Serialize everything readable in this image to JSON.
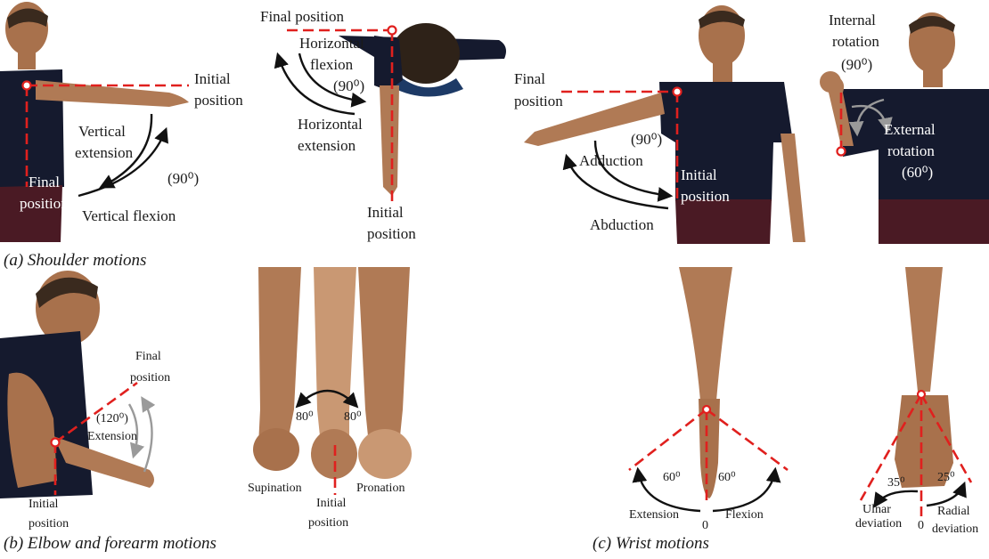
{
  "shoulder": {
    "caption": "(a) Shoulder motions",
    "vertical": {
      "initial_1": "Initial",
      "initial_2": "position",
      "ext_1": "Vertical",
      "ext_2": "extension",
      "final_1": "Final",
      "final_2": "position",
      "angle": "(90⁰)",
      "flex": "Vertical flexion"
    },
    "horizontal": {
      "final": "Final position",
      "flex_1": "Horizontal",
      "flex_2": "flexion",
      "angle": "(90⁰)",
      "ext_1": "Horizontal",
      "ext_2": "extension",
      "initial_1": "Initial",
      "initial_2": "position"
    },
    "abduction": {
      "final_1": "Final",
      "final_2": "position",
      "angle": "(90⁰)",
      "adduction": "Adduction",
      "initial_1": "Initial",
      "initial_2": "position",
      "abduction": "Abduction"
    },
    "rotation": {
      "internal_1": "Internal",
      "internal_2": "rotation",
      "internal_angle": "(90⁰)",
      "external_1": "External",
      "external_2": "rotation",
      "external_angle": "(60⁰)"
    }
  },
  "elbow": {
    "caption": "(b) Elbow and forearm motions",
    "final_1": "Final",
    "final_2": "position",
    "angle": "(120⁰)",
    "extension": "Extension",
    "initial_1": "Initial",
    "initial_2": "position",
    "sup_angle": "80⁰",
    "pro_angle": "80⁰",
    "supination": "Supination",
    "pronation": "Pronation",
    "fa_initial_1": "Initial",
    "fa_initial_2": "position"
  },
  "wrist": {
    "caption": "(c) Wrist motions",
    "ext_angle": "60⁰",
    "flex_angle": "60⁰",
    "extension": "Extension",
    "flexion": "Flexion",
    "zero_1": "0",
    "ulnar_angle": "35⁰",
    "radial_angle": "25⁰",
    "ulnar_1": "Ulnar",
    "ulnar_2": "deviation",
    "radial_1": "Radial",
    "radial_2": "deviation",
    "zero_2": "0"
  },
  "colors": {
    "shirt": "#151a2e",
    "skin": "#b07a55",
    "skin_light": "#c99873",
    "hair": "#3a2a1e",
    "pants": "#4a1a24",
    "dash": "#e0201e"
  }
}
